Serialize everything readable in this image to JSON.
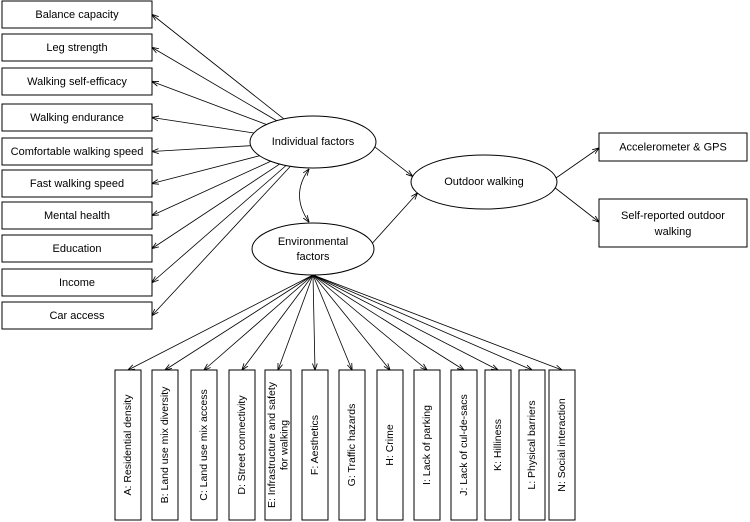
{
  "individual_items": [
    "Balance capacity",
    "Leg strength",
    "Walking self-efficacy",
    "Walking endurance",
    "Comfortable walking speed",
    "Fast walking speed",
    "Mental health",
    "Education",
    "Income",
    "Car access"
  ],
  "nodes": {
    "individual": "Individual factors",
    "environmental_line1": "Environmental",
    "environmental_line2": "factors",
    "outdoor": "Outdoor walking"
  },
  "outcomes": {
    "accelerometer": "Accelerometer & GPS",
    "self_reported_line1": "Self-reported outdoor",
    "self_reported_line2": "walking"
  },
  "environmental_items": [
    [
      "A: Residential density"
    ],
    [
      "B: Land use mix diversity"
    ],
    [
      "C: Land use mix access"
    ],
    [
      "D: Street connectivity"
    ],
    [
      "E: Infrastructure and safety",
      "for walking"
    ],
    [
      "F: Aesthetics"
    ],
    [
      "G: Traffic hazards"
    ],
    [
      "H: Crime"
    ],
    [
      "I: Lack of parking"
    ],
    [
      "J: Lack of cul-de-sacs"
    ],
    [
      "K: Hilliness"
    ],
    [
      "L: Physical barriers"
    ],
    [
      "N: Social interaction"
    ]
  ]
}
